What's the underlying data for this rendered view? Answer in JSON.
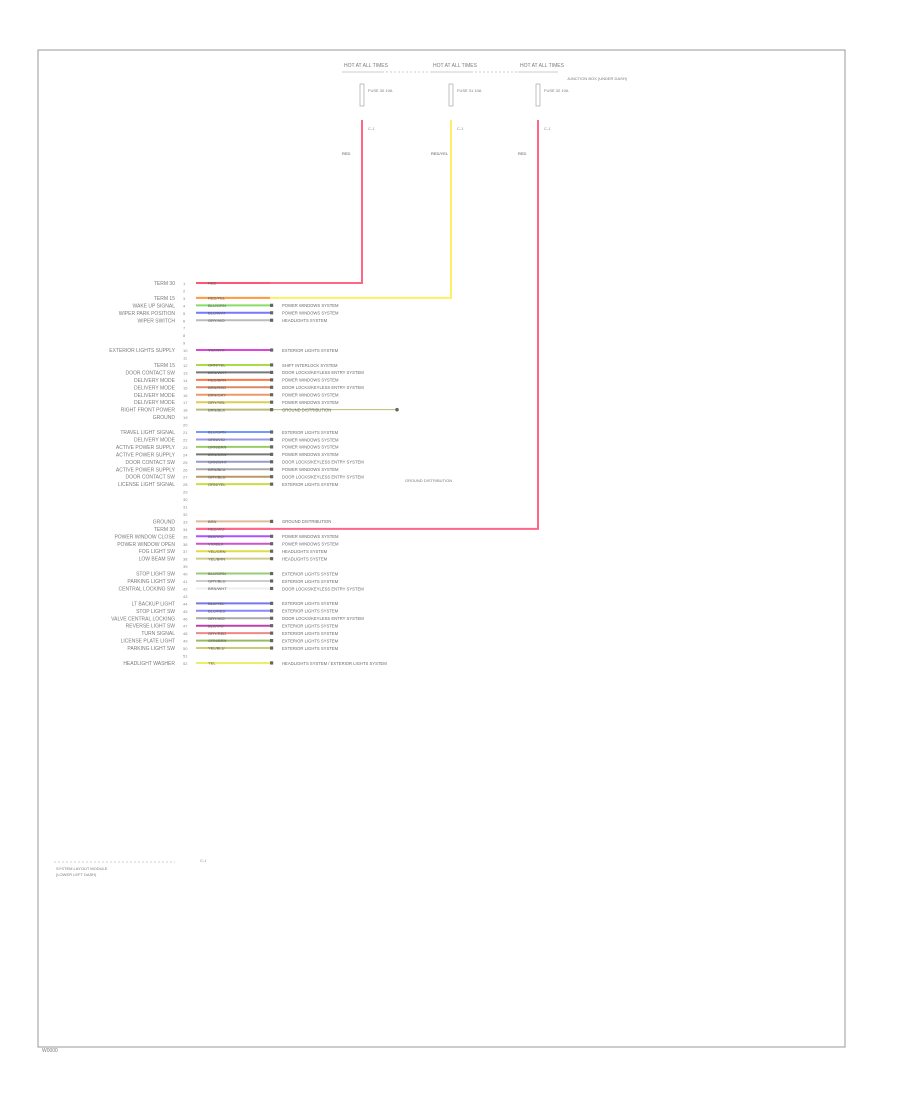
{
  "frame": {
    "footer_code": "W0000"
  },
  "top_fuses": [
    {
      "name": "HOT AT ALL TIMES",
      "fuse": "FUSE 30 10A",
      "wire_label": "RED",
      "conn": "C-1",
      "color": "#ff6688"
    },
    {
      "name": "HOT AT ALL TIMES",
      "fuse": "FUSE 31 10A",
      "wire_label": "RED/YEL",
      "conn": "C-1",
      "color": "#ffee66"
    },
    {
      "name": "HOT AT ALL TIMES",
      "fuse": "FUSE 32 10A",
      "wire_label": "RED",
      "conn": "C-1",
      "color": "#ff6688"
    }
  ],
  "junction_box_label": "JUNCTION BOX (UNDER DASH)",
  "ground_label": "GROUND DISTRIBUTION",
  "module_label": "SYSTEM LAYOUT MODULE",
  "module_sublabel": "(LOWER LEFT DASH)",
  "bottom_conn": "C-1",
  "pins": [
    {
      "label": "TERM 30",
      "pin": "1",
      "code": "RED",
      "color": "#ff5577",
      "dest": ""
    },
    {
      "label": "",
      "pin": "2",
      "code": "",
      "color": "",
      "dest": ""
    },
    {
      "label": "TERM 15",
      "pin": "3",
      "code": "RED/YEL",
      "color": "#ff9944",
      "dest": ""
    },
    {
      "label": "WAKE UP SIGNAL",
      "pin": "4",
      "code": "BLU/GRN",
      "color": "#88dd66",
      "dest": "POWER WINDOWS SYSTEM"
    },
    {
      "label": "WIPER PARK POSITION",
      "pin": "5",
      "code": "BLU/WHT",
      "color": "#7777ff",
      "dest": "POWER WINDOWS SYSTEM"
    },
    {
      "label": "WIPER SWITCH",
      "pin": "6",
      "code": "GRY/VIO",
      "color": "#bbbbbb",
      "dest": "HEADLIGHTS SYSTEM"
    },
    {
      "label": "",
      "pin": "7",
      "code": "",
      "color": "",
      "dest": ""
    },
    {
      "label": "",
      "pin": "8",
      "code": "",
      "color": "",
      "dest": ""
    },
    {
      "label": "",
      "pin": "9",
      "code": "",
      "color": "",
      "dest": ""
    },
    {
      "label": "EXTERIOR LIGHTS SUPPLY",
      "pin": "10",
      "code": "VIO/WHT",
      "color": "#dd44dd",
      "dest": "EXTERIOR LIGHTS SYSTEM"
    },
    {
      "label": "",
      "pin": "11",
      "code": "",
      "color": "",
      "dest": ""
    },
    {
      "label": "TERM 15",
      "pin": "12",
      "code": "GRN/YEL",
      "color": "#aadd44",
      "dest": "SHIFT INTERLOCK SYSTEM"
    },
    {
      "label": "DOOR CONTACT SW",
      "pin": "13",
      "code": "BRN/WHT",
      "color": "#777777",
      "dest": "DOOR LOCKS/KEYLESS ENTRY SYSTEM"
    },
    {
      "label": "DELIVERY MODE",
      "pin": "14",
      "code": "RED/BRN",
      "color": "#ff7744",
      "dest": "POWER WINDOWS SYSTEM"
    },
    {
      "label": "DELIVERY MODE",
      "pin": "15",
      "code": "BRN/RED",
      "color": "#dd8866",
      "dest": "DOOR LOCKS/KEYLESS ENTRY SYSTEM"
    },
    {
      "label": "DELIVERY MODE",
      "pin": "16",
      "code": "BRN/GRY",
      "color": "#ee9966",
      "dest": "POWER WINDOWS SYSTEM"
    },
    {
      "label": "DELIVERY MODE",
      "pin": "17",
      "code": "GRY/YEL",
      "color": "#ddcc55",
      "dest": "POWER WINDOWS SYSTEM"
    },
    {
      "label": "RIGHT FRONT POWER",
      "pin": "18",
      "code": "BRN/BLK",
      "color": "#bbbb77",
      "dest": "GROUND DISTRIBUTION"
    },
    {
      "label": "GROUND",
      "pin": "19",
      "code": "",
      "color": "",
      "dest": ""
    },
    {
      "label": "",
      "pin": "20",
      "code": "",
      "color": "",
      "dest": ""
    },
    {
      "label": "TRAVEL LIGHT SIGNAL",
      "pin": "21",
      "code": "BLU/GRN",
      "color": "#7799ff",
      "dest": "EXTERIOR LIGHTS SYSTEM"
    },
    {
      "label": "DELIVERY MODE",
      "pin": "22",
      "code": "GRN/VIO",
      "color": "#9999dd",
      "dest": "POWER WINDOWS SYSTEM"
    },
    {
      "label": "ACTIVE POWER SUPPLY",
      "pin": "23",
      "code": "GRN/BRN",
      "color": "#99cc66",
      "dest": "POWER WINDOWS SYSTEM"
    },
    {
      "label": "ACTIVE POWER SUPPLY",
      "pin": "24",
      "code": "BRN/GRN",
      "color": "#777777",
      "dest": "POWER WINDOWS SYSTEM"
    },
    {
      "label": "DOOR CONTACT SW",
      "pin": "25",
      "code": "GRN/WHT",
      "color": "#9999cc",
      "dest": "DOOR LOCKS/KEYLESS ENTRY SYSTEM"
    },
    {
      "label": "ACTIVE POWER SUPPLY",
      "pin": "26",
      "code": "BRN/BLU",
      "color": "#aaaaaa",
      "dest": "POWER WINDOWS SYSTEM"
    },
    {
      "label": "DOOR CONTACT SW",
      "pin": "27",
      "code": "GRY/BLU",
      "color": "#bb9966",
      "dest": "DOOR LOCKS/KEYLESS ENTRY SYSTEM"
    },
    {
      "label": "LICENSE LIGHT SIGNAL",
      "pin": "28",
      "code": "GRN/YEL",
      "color": "#ccdd44",
      "dest": "EXTERIOR LIGHTS SYSTEM"
    },
    {
      "label": "",
      "pin": "29",
      "code": "",
      "color": "",
      "dest": ""
    },
    {
      "label": "",
      "pin": "30",
      "code": "",
      "color": "",
      "dest": ""
    },
    {
      "label": "",
      "pin": "31",
      "code": "",
      "color": "",
      "dest": ""
    },
    {
      "label": "",
      "pin": "32",
      "code": "",
      "color": "",
      "dest": ""
    },
    {
      "label": "GROUND",
      "pin": "33",
      "code": "BRN",
      "color": "#ddbb99",
      "dest": "GROUND DISTRIBUTION"
    },
    {
      "label": "TERM 30",
      "pin": "34",
      "code": "RED/VIO",
      "color": "#ff6688",
      "dest": ""
    },
    {
      "label": "POWER WINDOW CLOSE",
      "pin": "35",
      "code": "BLK/VIO",
      "color": "#aa55ff",
      "dest": "POWER WINDOWS SYSTEM"
    },
    {
      "label": "POWER WINDOW OPEN",
      "pin": "36",
      "code": "VIO/BLK",
      "color": "#cc55cc",
      "dest": "POWER WINDOWS SYSTEM"
    },
    {
      "label": "FOG LIGHT SW",
      "pin": "37",
      "code": "YEL/GRN",
      "color": "#dddd44",
      "dest": "HEADLIGHTS SYSTEM"
    },
    {
      "label": "LOW BEAM SW",
      "pin": "38",
      "code": "YEL/BRN",
      "color": "#cccc88",
      "dest": "HEADLIGHTS SYSTEM"
    },
    {
      "label": "",
      "pin": "39",
      "code": "",
      "color": "",
      "dest": ""
    },
    {
      "label": "STOP LIGHT SW",
      "pin": "40",
      "code": "BLU/GRN",
      "color": "#99cc77",
      "dest": "EXTERIOR LIGHTS SYSTEM"
    },
    {
      "label": "PARKING LIGHT SW",
      "pin": "41",
      "code": "GRY/BLU",
      "color": "#cccccc",
      "dest": "EXTERIOR LIGHTS SYSTEM"
    },
    {
      "label": "CENTRAL LOCKING SW",
      "pin": "42",
      "code": "BRN/WHT",
      "color": "#eeeeee",
      "dest": "DOOR LOCKS/KEYLESS ENTRY SYSTEM"
    },
    {
      "label": "",
      "pin": "43",
      "code": "",
      "color": "",
      "dest": ""
    },
    {
      "label": "LT BACKUP LIGHT",
      "pin": "44",
      "code": "BLU/YEL",
      "color": "#7777ee",
      "dest": "EXTERIOR LIGHTS SYSTEM"
    },
    {
      "label": "STOP LIGHT SW",
      "pin": "45",
      "code": "BLU/RED",
      "color": "#8888ff",
      "dest": "EXTERIOR LIGHTS SYSTEM"
    },
    {
      "label": "VALVE CENTRAL LOCKING",
      "pin": "46",
      "code": "GRY/VIO",
      "color": "#aaaaaa",
      "dest": "DOOR LOCKS/KEYLESS ENTRY SYSTEM"
    },
    {
      "label": "REVERSE LIGHT SW",
      "pin": "47",
      "code": "BLK/VIO",
      "color": "#bb44aa",
      "dest": "EXTERIOR LIGHTS SYSTEM"
    },
    {
      "label": "TURN SIGNAL",
      "pin": "48",
      "code": "GRY/RED",
      "color": "#ee8888",
      "dest": "EXTERIOR LIGHTS SYSTEM"
    },
    {
      "label": "LICENSE PLATE LIGHT",
      "pin": "49",
      "code": "GRN/BRN",
      "color": "#99bb66",
      "dest": "EXTERIOR LIGHTS SYSTEM"
    },
    {
      "label": "PARKING LIGHT SW",
      "pin": "50",
      "code": "YEL/BLU",
      "color": "#cccc77",
      "dest": "EXTERIOR LIGHTS SYSTEM"
    },
    {
      "label": "",
      "pin": "51",
      "code": "",
      "color": "",
      "dest": ""
    },
    {
      "label": "HEADLIGHT WASHER",
      "pin": "52",
      "code": "YEL",
      "color": "#eeee66",
      "dest": "HEADLIGHTS SYSTEM / EXTERIOR LIGHTS SYSTEM"
    }
  ]
}
